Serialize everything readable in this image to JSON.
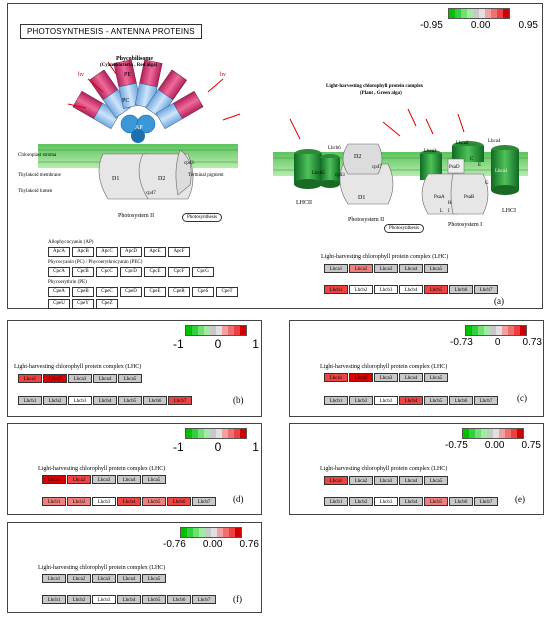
{
  "panel_a": {
    "title": "PHOTOSYNTHESIS - ANTENNA PROTEINS",
    "scale": {
      "min": "-0.95",
      "mid": "0.00",
      "max": "0.95"
    },
    "label": "(a)",
    "phycobilisome_title": "Phycobilisome",
    "phycobilisome_sub": "(Cyanobacteria , Red alga)",
    "lhc_plant_title": "Light-harvesting chlorophyll protein complex",
    "lhc_plant_sub": "(Plant , Green alga)",
    "labels": {
      "hv": "hv",
      "pe": "PE",
      "pc": "PC",
      "ap": "AP",
      "chloroplast_stroma": "Chloroplast stroma",
      "thylakoid_membrane": "Thylakoid membrane",
      "thylakoid_lumen": "Thylakoid lumen",
      "terminal_pigment": "Terminal pigment",
      "photosystem_ii": "Photosystem II",
      "photosynthesis": "Photosynthesis",
      "d1": "D1",
      "d2": "D2",
      "cp43": "cp43",
      "cp47": "cp47",
      "lhcii": "LHCII",
      "lhci": "LHCI",
      "lhcb6": "Lhcb6",
      "lhcb5": "Lhcb5",
      "lhca1": "Lhca1",
      "lhca2": "Lhca2",
      "lhca3": "Lhca3",
      "lhca4": "Lhca4",
      "psad": "PsaD",
      "psaa": "PsaA",
      "psab": "PsaB",
      "c": "C",
      "e": "E",
      "g": "G",
      "h": "H",
      "i": "I",
      "l": "L",
      "photosystem_i": "Photosystem I"
    },
    "ap": {
      "header": "Allophycocyanin (AP)",
      "genes": [
        "ApcA",
        "ApcB",
        "ApcC",
        "ApcD",
        "ApcE",
        "ApcF"
      ]
    },
    "pc": {
      "header": "Phycocyanin (PC) / Phycoerythrocyanin (PEC)",
      "genes": [
        "CpcA",
        "CpcB",
        "CpcC",
        "CpcD",
        "CpcE",
        "CpcF",
        "CpcG"
      ]
    },
    "pe": {
      "header": "Phycoerythrin (PE)",
      "genes_row1": [
        "CpeA",
        "CpeB",
        "CpeC",
        "CpeD",
        "CpeE",
        "CpeR",
        "CpeS",
        "CpeT"
      ],
      "genes_row2": [
        "CpeU",
        "CpeY",
        "CpeZ"
      ]
    },
    "lhc_list_title": "Light-harvesting chlorophyll protein complex (LHC)",
    "lhca": [
      {
        "name": "Lhca1",
        "color": "grey"
      },
      {
        "name": "Lhca2",
        "color": "lred"
      },
      {
        "name": "Lhca3",
        "color": "grey"
      },
      {
        "name": "Lhca4",
        "color": "grey"
      },
      {
        "name": "Lhca5",
        "color": "grey"
      }
    ],
    "lhcb": [
      {
        "name": "Lhcb1",
        "color": "red"
      },
      {
        "name": "Lhcb2",
        "color": "white"
      },
      {
        "name": "Lhcb3",
        "color": "white"
      },
      {
        "name": "Lhcb4",
        "color": "white"
      },
      {
        "name": "Lhcb5",
        "color": "red"
      },
      {
        "name": "Lhcb6",
        "color": "grey"
      },
      {
        "name": "Lhcb7",
        "color": "grey"
      }
    ]
  },
  "subpanels": [
    {
      "label": "(b)",
      "scale": {
        "min": "-1",
        "mid": "0",
        "max": "1"
      },
      "title": "Light-harvesting chlorophyll protein complex (LHC)",
      "lhca": [
        {
          "name": "Lhca1",
          "color": "red"
        },
        {
          "name": "Lhca2",
          "color": "dred"
        },
        {
          "name": "Lhca3",
          "color": "grey"
        },
        {
          "name": "Lhca4",
          "color": "grey"
        },
        {
          "name": "Lhca5",
          "color": "grey"
        }
      ],
      "lhcb": [
        {
          "name": "Lhcb1",
          "color": "grey"
        },
        {
          "name": "Lhcb2",
          "color": "grey"
        },
        {
          "name": "Lhcb3",
          "color": "white"
        },
        {
          "name": "Lhcb4",
          "color": "grey"
        },
        {
          "name": "Lhcb5",
          "color": "grey"
        },
        {
          "name": "Lhcb6",
          "color": "grey"
        },
        {
          "name": "Lhcb7",
          "color": "red"
        }
      ]
    },
    {
      "label": "(c)",
      "scale": {
        "min": "-0.73",
        "mid": "0",
        "max": "0.73"
      },
      "title": "Light-harvesting chlorophyll protein complex (LHC)",
      "lhca": [
        {
          "name": "Lhca1",
          "color": "red"
        },
        {
          "name": "Lhca2",
          "color": "dred"
        },
        {
          "name": "Lhca3",
          "color": "grey"
        },
        {
          "name": "Lhca4",
          "color": "grey"
        },
        {
          "name": "Lhca5",
          "color": "grey"
        }
      ],
      "lhcb": [
        {
          "name": "Lhcb1",
          "color": "grey"
        },
        {
          "name": "Lhcb2",
          "color": "grey"
        },
        {
          "name": "Lhcb3",
          "color": "white"
        },
        {
          "name": "Lhcb4",
          "color": "red"
        },
        {
          "name": "Lhcb5",
          "color": "grey"
        },
        {
          "name": "Lhcb6",
          "color": "grey"
        },
        {
          "name": "Lhcb7",
          "color": "grey"
        }
      ]
    },
    {
      "label": "(d)",
      "scale": {
        "min": "-1",
        "mid": "0",
        "max": "1"
      },
      "title": "Light-harvesting chlorophyll protein complex (LHC)",
      "lhca": [
        {
          "name": "Lhca1",
          "color": "dred"
        },
        {
          "name": "Lhca2",
          "color": "red"
        },
        {
          "name": "Lhca3",
          "color": "grey"
        },
        {
          "name": "Lhca4",
          "color": "grey"
        },
        {
          "name": "Lhca5",
          "color": "grey"
        }
      ],
      "lhcb": [
        {
          "name": "Lhcb1",
          "color": "lred"
        },
        {
          "name": "Lhcb2",
          "color": "lred"
        },
        {
          "name": "Lhcb3",
          "color": "white"
        },
        {
          "name": "Lhcb4",
          "color": "red"
        },
        {
          "name": "Lhcb5",
          "color": "lred"
        },
        {
          "name": "Lhcb6",
          "color": "red"
        },
        {
          "name": "Lhcb7",
          "color": "grey"
        }
      ]
    },
    {
      "label": "(e)",
      "scale": {
        "min": "-0.75",
        "mid": "0.00",
        "max": "0.75"
      },
      "title": "Light-harvesting chlorophyll protein complex (LHC)",
      "lhca": [
        {
          "name": "Lhca1",
          "color": "red"
        },
        {
          "name": "Lhca2",
          "color": "grey"
        },
        {
          "name": "Lhca3",
          "color": "grey"
        },
        {
          "name": "Lhca4",
          "color": "grey"
        },
        {
          "name": "Lhca5",
          "color": "grey"
        }
      ],
      "lhcb": [
        {
          "name": "Lhcb1",
          "color": "grey"
        },
        {
          "name": "Lhcb2",
          "color": "grey"
        },
        {
          "name": "Lhcb3",
          "color": "white"
        },
        {
          "name": "Lhcb4",
          "color": "grey"
        },
        {
          "name": "Lhcb5",
          "color": "lred"
        },
        {
          "name": "Lhcb6",
          "color": "grey"
        },
        {
          "name": "Lhcb7",
          "color": "grey"
        }
      ]
    },
    {
      "label": "(f)",
      "scale": {
        "min": "-0.76",
        "mid": "0.00",
        "max": "0.76"
      },
      "title": "Light-harvesting chlorophyll protein complex (LHC)",
      "lhca": [
        {
          "name": "Lhca1",
          "color": "grey"
        },
        {
          "name": "Lhca2",
          "color": "grey"
        },
        {
          "name": "Lhca3",
          "color": "grey"
        },
        {
          "name": "Lhca4",
          "color": "grey"
        },
        {
          "name": "Lhca5",
          "color": "grey"
        }
      ],
      "lhcb": [
        {
          "name": "Lhcb1",
          "color": "grey"
        },
        {
          "name": "Lhcb2",
          "color": "grey"
        },
        {
          "name": "Lhcb3",
          "color": "white"
        },
        {
          "name": "Lhcb4",
          "color": "grey"
        },
        {
          "name": "Lhcb5",
          "color": "grey"
        },
        {
          "name": "Lhcb6",
          "color": "grey"
        },
        {
          "name": "Lhcb7",
          "color": "grey"
        }
      ]
    }
  ],
  "colors": {
    "scale": [
      "#00c000",
      "#30d040",
      "#70e070",
      "#a0eca0",
      "#c8c8c8",
      "#e0e0e0",
      "#f4a0a0",
      "#f07070",
      "#ee4040",
      "#d00000"
    ],
    "membrane": "#8dd86a",
    "pe_magenta": "#e0407a",
    "pc_blue": "#9ec8f0",
    "lhc_green": "#2e9a3c"
  }
}
